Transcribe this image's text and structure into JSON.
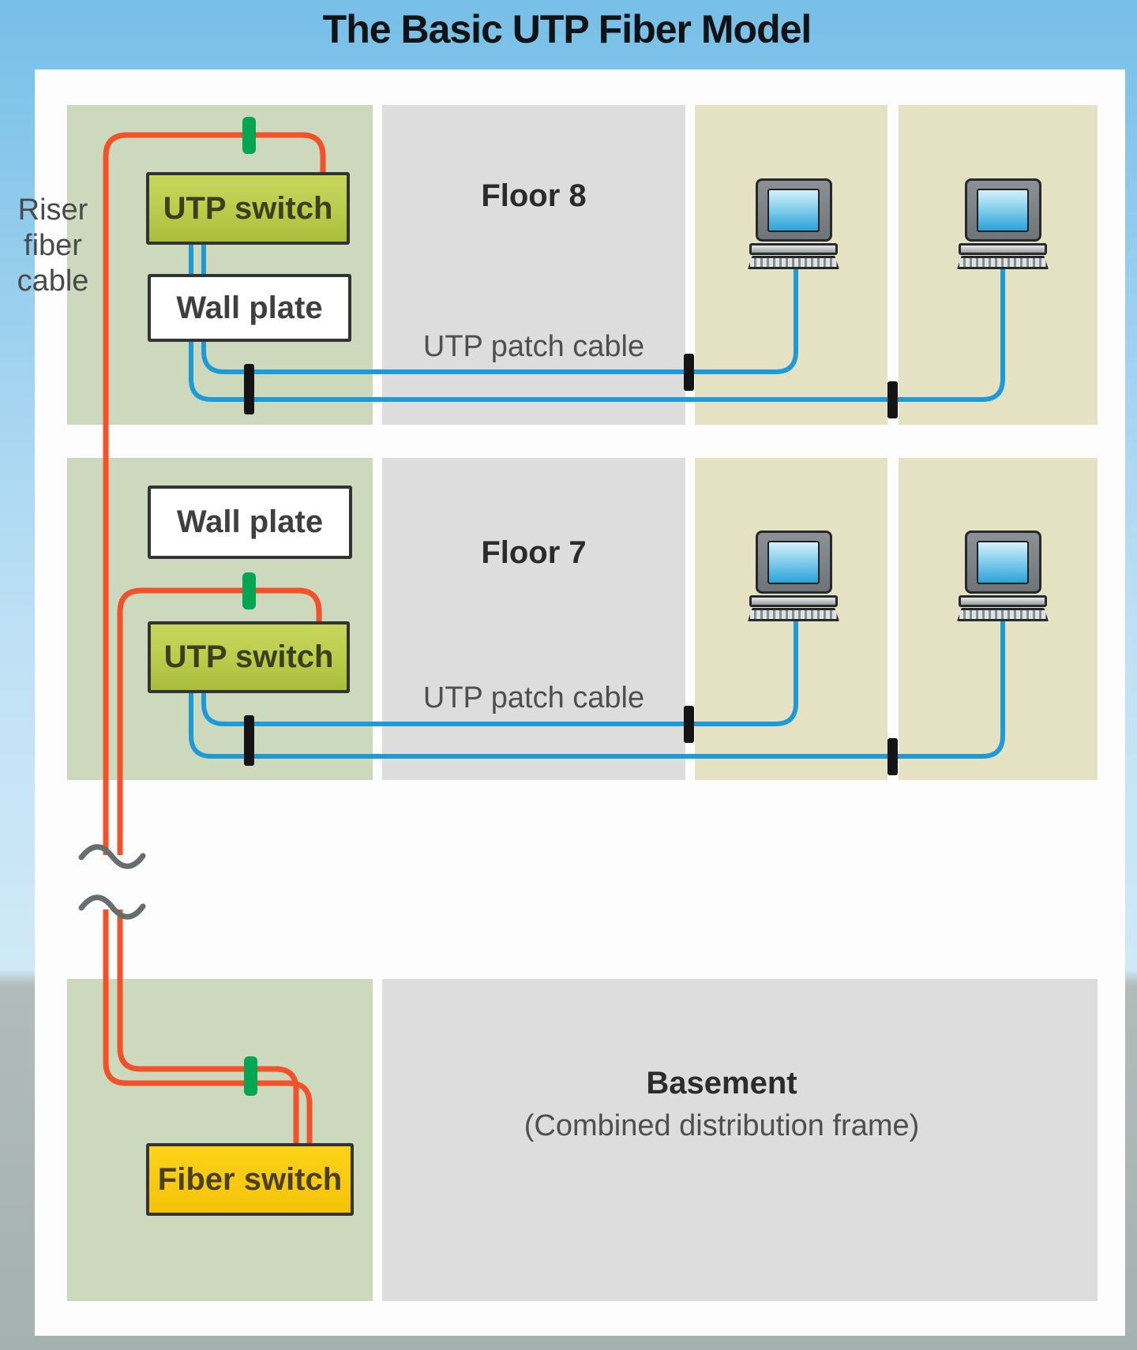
{
  "title": "The Basic UTP Fiber Model",
  "riser_label": {
    "line1": "Riser",
    "line2": "fiber",
    "line3": "cable"
  },
  "floor8": {
    "name": "Floor 8",
    "switch_label": "UTP switch",
    "wallplate_label": "Wall plate",
    "patch_label": "UTP patch cable"
  },
  "floor7": {
    "name": "Floor 7",
    "switch_label": "UTP switch",
    "wallplate_label": "Wall plate",
    "patch_label": "UTP patch cable"
  },
  "basement": {
    "name": "Basement",
    "subtitle": "(Combined distribution frame)",
    "switch_label": "Fiber switch"
  },
  "icons": {
    "computer": "computer-icon",
    "fiber_connector": "fiber-connector-icon",
    "cable_tick": "cable-crossing-tick",
    "cable_break": "cable-break-mark"
  },
  "colors": {
    "header_blue": "#7cc2e8",
    "panel_green": "#cdd9bd",
    "panel_gray": "#dcdddc",
    "panel_tan": "#e5e1c3",
    "fiber_red": "#f2512a",
    "utp_blue": "#1d9bd8",
    "connector_green": "#00a651",
    "utp_switch_fill": "#b9cc4a",
    "fiber_switch_fill": "#f7c70f"
  }
}
